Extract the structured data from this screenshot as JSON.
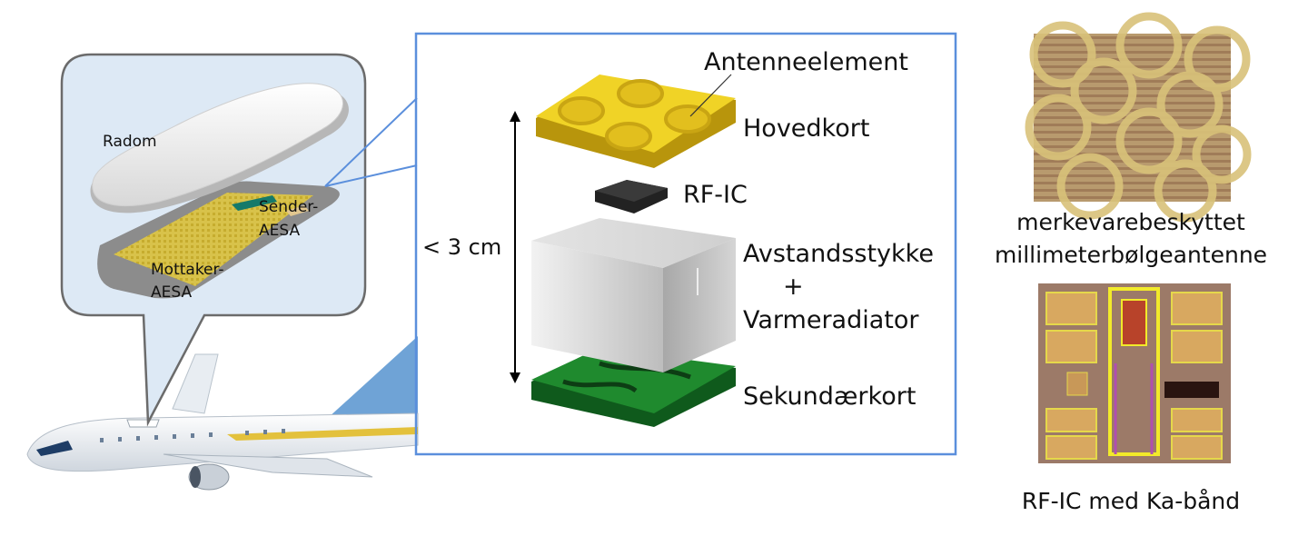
{
  "callout": {
    "radome": "Radom",
    "transmitter_line1": "Sender-",
    "transmitter_line2": "AESA",
    "receiver_line1": "Mottaker-",
    "receiver_line2": "AESA"
  },
  "stack": {
    "height_label": "< 3 cm",
    "antenna_element": "Antenneelement",
    "main_board": "Hovedkort",
    "rf_ic": "RF-IC",
    "spacer": "Avstandsstykke",
    "plus": "+",
    "heatsink": "Varmeradiator",
    "secondary_board": "Sekundærkort"
  },
  "photos": {
    "antenna_caption_line1": "merkevarebeskyttet",
    "antenna_caption_line2": "millimeterbølgeantenne",
    "chip_caption": "RF-IC med Ka-bånd"
  },
  "colors": {
    "frame_blue": "#5b8fdc",
    "callout_fill": "#dde9f5",
    "gold": "#e8c82a",
    "pcb_green": "#1f8a2e"
  }
}
